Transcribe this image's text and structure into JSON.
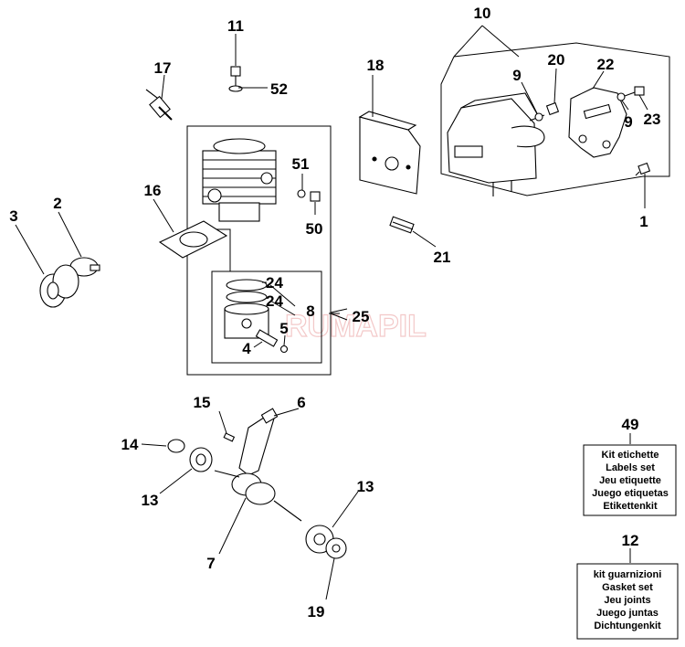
{
  "watermark": "RUMAPIL",
  "part_labels": {
    "p1": "1",
    "p2": "2",
    "p3": "3",
    "p4": "4",
    "p5": "5",
    "p6": "6",
    "p7": "7",
    "p8": "8",
    "p9a": "9",
    "p9b": "9",
    "p10": "10",
    "p11": "11",
    "p12": "12",
    "p13a": "13",
    "p13b": "13",
    "p14": "14",
    "p15": "15",
    "p16": "16",
    "p17": "17",
    "p18": "18",
    "p19": "19",
    "p20": "20",
    "p21": "21",
    "p22": "22",
    "p23": "23",
    "p24a": "24",
    "p24b": "24",
    "p25": "25",
    "p49": "49",
    "p50": "50",
    "p51": "51",
    "p52": "52"
  },
  "kits": {
    "labels_kit": {
      "lines": [
        "Kit etichette",
        "Labels set",
        "Jeu etiquette",
        "Juego etiquetas",
        "Etikettenkit"
      ]
    },
    "gasket_kit": {
      "lines": [
        "kit guarnizioni",
        "Gasket set",
        "Jeu  joints",
        "Juego juntas",
        "Dichtungenkit"
      ]
    }
  }
}
